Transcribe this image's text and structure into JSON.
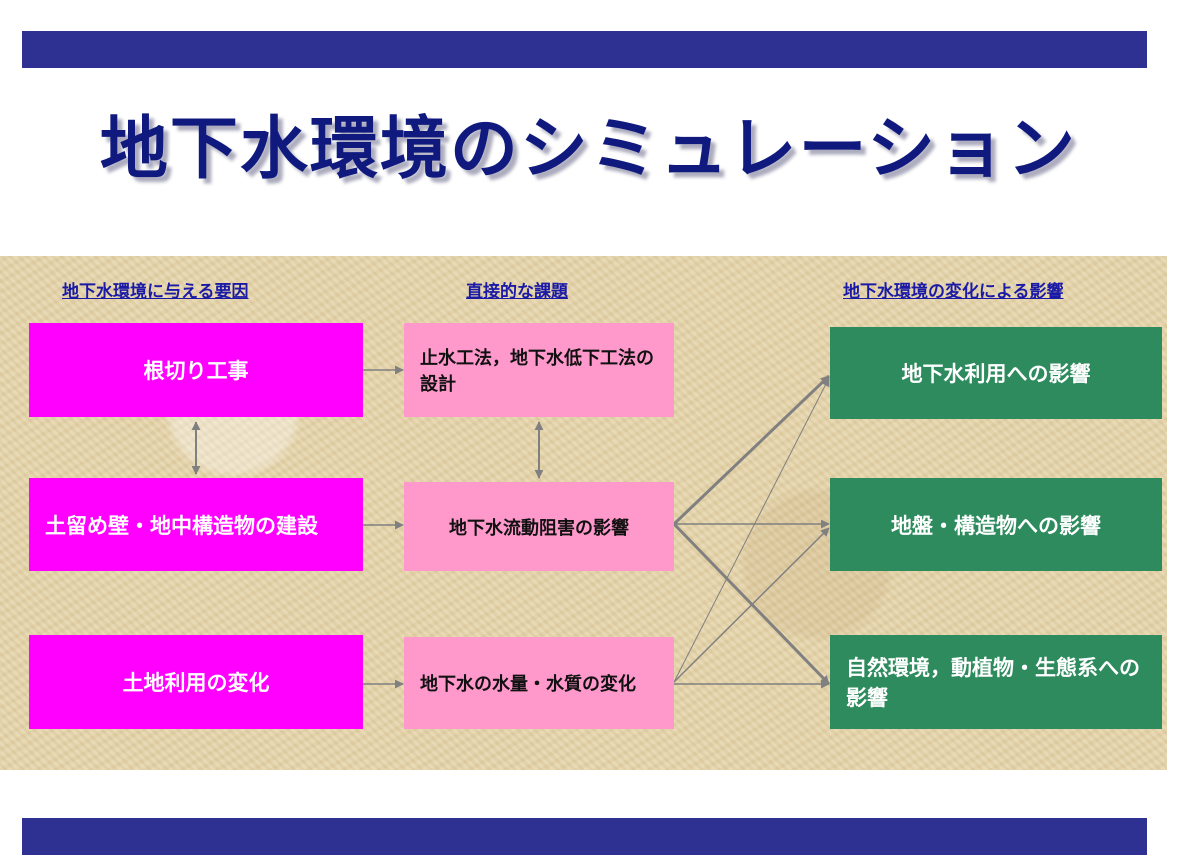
{
  "title": "地下水環境のシミュレーション",
  "headings": {
    "factors": "地下水環境に与える要因",
    "issues": "直接的な課題",
    "impacts": "地下水環境の変化による影響"
  },
  "factors": [
    "根切り工事",
    "土留め壁・地中構造物の建設",
    "土地利用の変化"
  ],
  "issues": [
    "止水工法，地下水低下工法の設計",
    "地下水流動阻害の影響",
    "地下水の水量・水質の変化"
  ],
  "impacts": [
    "地下水利用への影響",
    "地盤・構造物への影響",
    "自然環境，動植物・生態系への影響"
  ],
  "colors": {
    "bar": "#2e3192",
    "title": "#101a7e",
    "factor_box": "#ff00ff",
    "issue_box": "#ff99cc",
    "impact_box": "#2e8b5e",
    "arrow": "#808080"
  }
}
